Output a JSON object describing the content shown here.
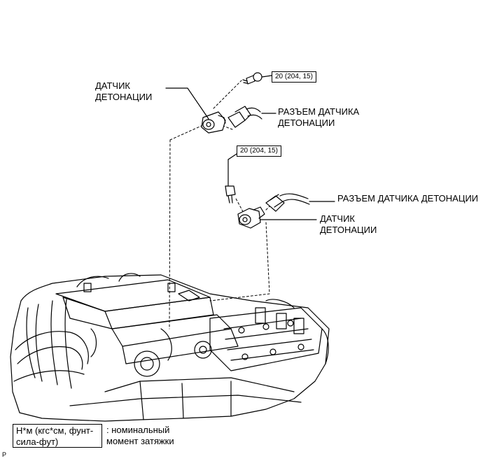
{
  "labels": {
    "knock_sensor_top": "ДАТЧИК\nДЕТОНАЦИИ",
    "connector_top": "РАЗЪЕМ ДАТЧИКА\nДЕТОНАЦИИ",
    "connector_bottom": "РАЗЪЕМ ДАТЧИКА ДЕТОНАЦИИ",
    "knock_sensor_bottom": "ДАТЧИК\nДЕТОНАЦИИ"
  },
  "torque": {
    "top": "20 (204, 15)",
    "bottom": "20 (204, 15)"
  },
  "legend": {
    "units": "Н*м (кгс*см, фунт-\nсила-фут)",
    "description": ": номинальный\nмомент затяжки"
  },
  "figure_code": "P"
}
